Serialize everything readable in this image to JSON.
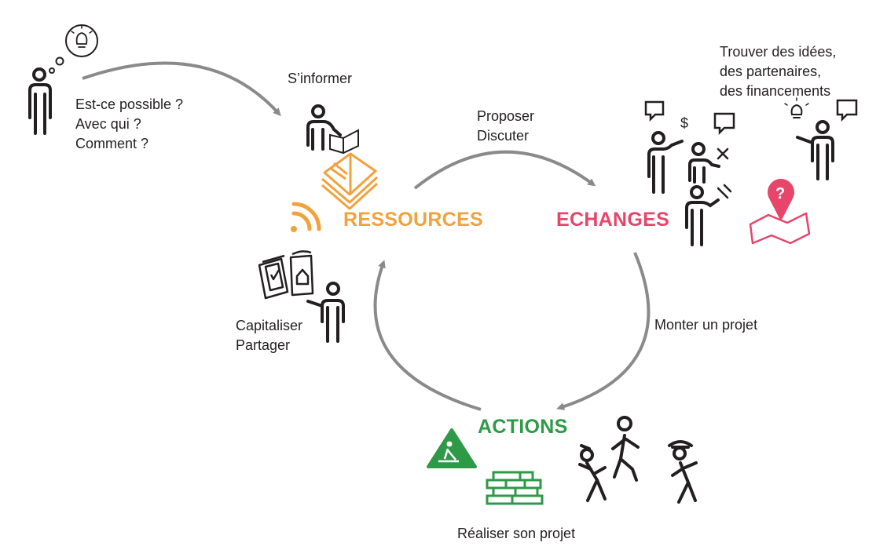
{
  "colors": {
    "ressources": "#f2a23c",
    "echanges": "#e8456b",
    "actions": "#2e9a47",
    "arrows": "#8a8a8a",
    "icons": "#231f20"
  },
  "hubs": {
    "ressources": "RESSOURCES",
    "echanges": "ECHANGES",
    "actions": "ACTIONS"
  },
  "labels": {
    "questions": [
      "Est-ce possible ?",
      "Avec qui ?",
      "Comment ?"
    ],
    "sinformer": "S’informer",
    "proposer": [
      "Proposer",
      "Discuter"
    ],
    "trouver": [
      "Trouver des idées,",
      "des partenaires,",
      "des financements"
    ],
    "monter": "Monter un projet",
    "realiser": "Réaliser son projet",
    "capitaliser": [
      "Capitaliser",
      "Partager"
    ]
  },
  "icons": {
    "thinking_person": "person-with-idea-icon",
    "reading_person": "person-reading-icon",
    "books": "books-icon",
    "rss": "rss-icon",
    "exchange_people": "people-discussing-icon",
    "map_question": "map-question-icon",
    "documents": "documents-icon",
    "sharing_person": "person-pointing-icon",
    "work_sign": "road-work-sign-icon",
    "bricks": "brick-wall-icon",
    "active_people": "people-acting-icon"
  }
}
